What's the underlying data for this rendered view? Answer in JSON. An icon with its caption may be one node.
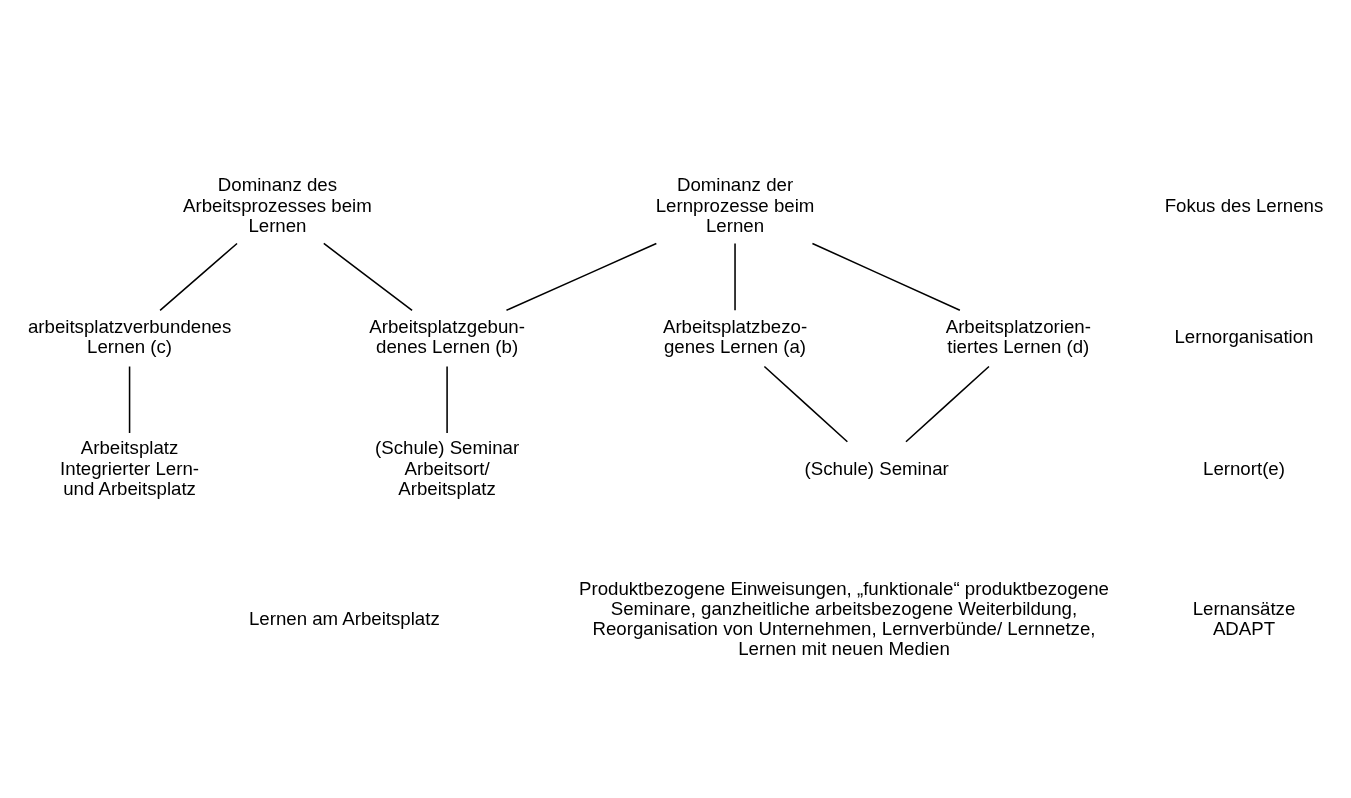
{
  "diagram": {
    "nodes": [
      {
        "text": [
          "Dominanz des Arbeitsprozesses beim Lernen"
        ]
      },
      {
        "text": [
          "Dominanz der Lernprozesse beim Lernen"
        ]
      },
      {
        "text": [
          "arbeitsplatzverbundenes Lernen (c)"
        ]
      },
      {
        "text": [
          "Arbeitsplatzgebun- denes Lernen (b)"
        ]
      },
      {
        "text": [
          "Arbeitsplatzbezo- genes Lernen (a)"
        ]
      },
      {
        "text": [
          "Arbeitsplatzorien- tiertes Lernen (d)"
        ]
      },
      {
        "text": [
          "Arbeitsplatz Integrierter Lern- und Arbeitsplatz"
        ]
      },
      {
        "text": [
          "(Schule) Seminar Arbeitsort/ Arbeitsplatz"
        ]
      },
      {
        "text": [
          "(Schule) Seminar"
        ]
      }
    ],
    "edges": [
      {
        "from": 0,
        "to": 2,
        "arrow": "none"
      },
      {
        "from": 0,
        "to": 3,
        "arrow": "none"
      },
      {
        "from": 1,
        "to": 3,
        "arrow": "none"
      },
      {
        "from": 1,
        "to": 4,
        "arrow": "none"
      },
      {
        "from": 1,
        "to": 5,
        "arrow": "none"
      },
      {
        "from": 2,
        "to": 6,
        "arrow": "none"
      },
      {
        "from": 3,
        "to": 7,
        "arrow": "none"
      },
      {
        "from": 4,
        "to": 8,
        "arrow": "none"
      },
      {
        "from": 5,
        "to": 8,
        "arrow": "none"
      }
    ],
    "labels": [
      "Fokus des Lernens",
      "Lernorganisation",
      "Lernort(e)",
      "Lernansätze ADAPT",
      "Lernen am Arbeitsplatz",
      "Produktbezogene Einweisungen, „funktionale“ produktbezogene Seminare, ganzheitliche arbeitsbezogene Weiterbildung, Reorganisation von Unternehmen, Lernverbünde/ Lernnetze, Lernen mit neuen Medien"
    ]
  }
}
